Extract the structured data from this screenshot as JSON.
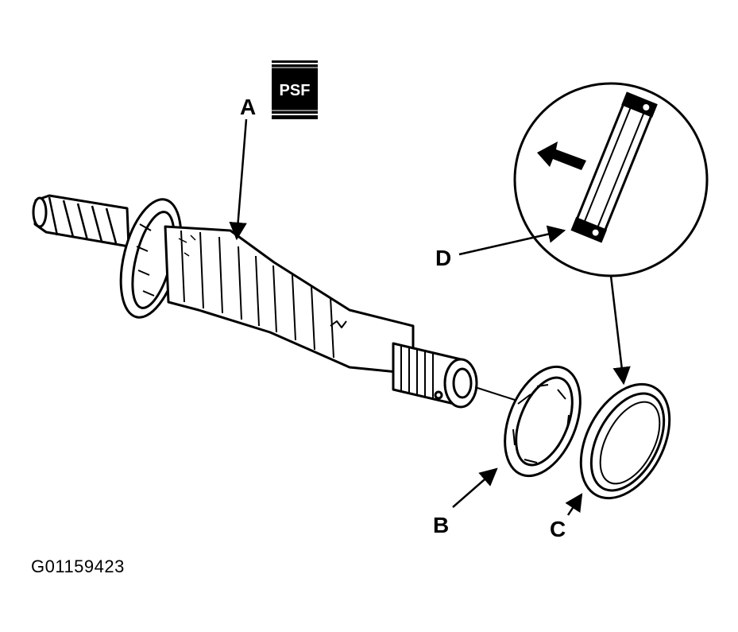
{
  "figure": {
    "id_label": "G01159423",
    "badge": "PSF",
    "callouts": {
      "a": "A",
      "b": "B",
      "c": "C",
      "d": "D"
    }
  }
}
